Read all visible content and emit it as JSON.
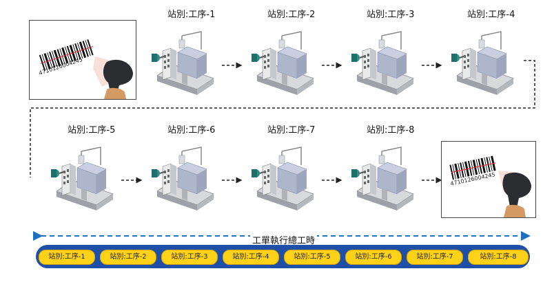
{
  "stations_row1": [
    "站別:工序-1",
    "站別:工序-2",
    "站別:工序-3",
    "站別:工序-4"
  ],
  "stations_row2": [
    "站別:工序-5",
    "站別:工序-6",
    "站別:工序-7",
    "站別:工序-8"
  ],
  "barcode_number": "4710126004245",
  "timeline_label": "工單執行總工時",
  "timeline_steps": [
    "站別:工序-1",
    "站別:工序-2",
    "站別:工序-3",
    "站別:工序-4",
    "站別:工序-5",
    "站別:工序-6",
    "站別:工序-7",
    "站別:工序-8"
  ],
  "colors": {
    "accent_blue": "#1f6fc0",
    "bar_dark": "#1f4fa6",
    "pill_yellow": "#ffd21a"
  }
}
